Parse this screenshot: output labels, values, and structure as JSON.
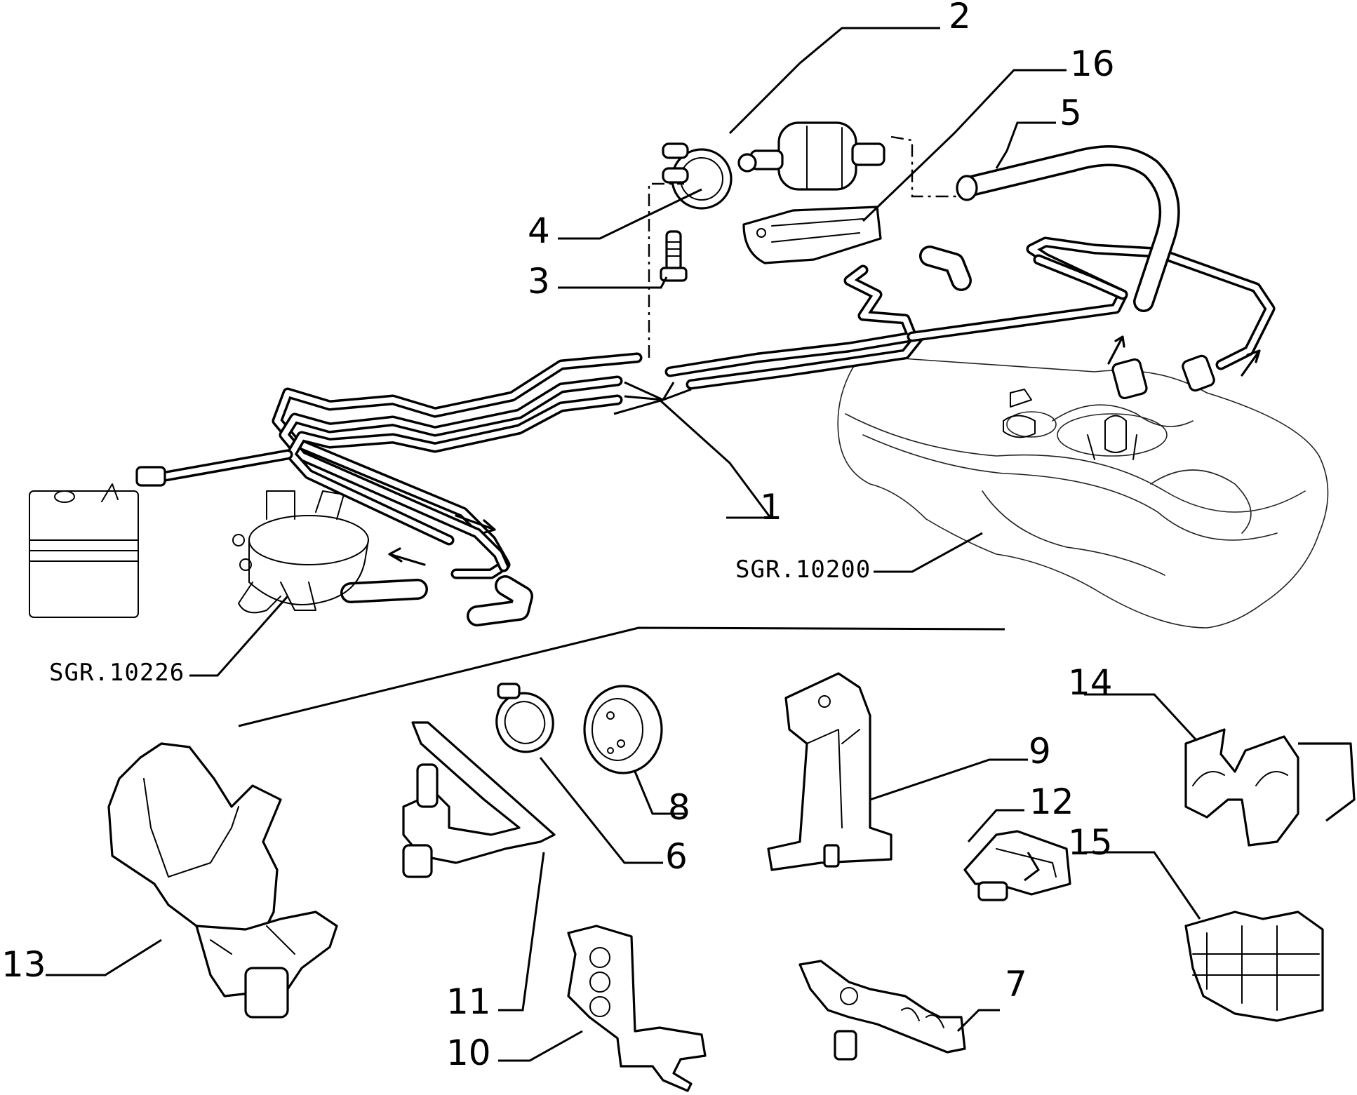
{
  "diagram": {
    "callouts": [
      {
        "id": "c1",
        "label": "1"
      },
      {
        "id": "c2",
        "label": "2"
      },
      {
        "id": "c3",
        "label": "3"
      },
      {
        "id": "c4",
        "label": "4"
      },
      {
        "id": "c5",
        "label": "5"
      },
      {
        "id": "c6",
        "label": "6"
      },
      {
        "id": "c7",
        "label": "7"
      },
      {
        "id": "c8",
        "label": "8"
      },
      {
        "id": "c9",
        "label": "9"
      },
      {
        "id": "c10",
        "label": "10"
      },
      {
        "id": "c11",
        "label": "11"
      },
      {
        "id": "c12",
        "label": "12"
      },
      {
        "id": "c13",
        "label": "13"
      },
      {
        "id": "c14",
        "label": "14"
      },
      {
        "id": "c15",
        "label": "15"
      },
      {
        "id": "c16",
        "label": "16"
      }
    ],
    "references": {
      "tank": "SGR.10200",
      "injector": "SGR.10226"
    }
  }
}
